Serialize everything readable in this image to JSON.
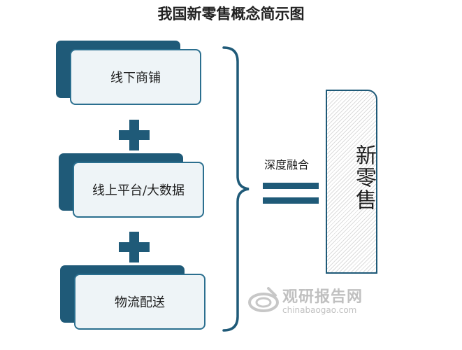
{
  "title": "我国新零售概念简示图",
  "sources": [
    {
      "label": "线下商铺"
    },
    {
      "label": "线上平台/大数据"
    },
    {
      "label": "物流配送"
    }
  ],
  "fusion_label": "深度融合",
  "result_label": "新零售",
  "watermark": {
    "cn": "观研报告网",
    "en": "chinabaogao.com"
  },
  "colors": {
    "primary": "#1f5a78",
    "card_fill": "#eef4f7",
    "card_border": "#2b6f8f"
  }
}
